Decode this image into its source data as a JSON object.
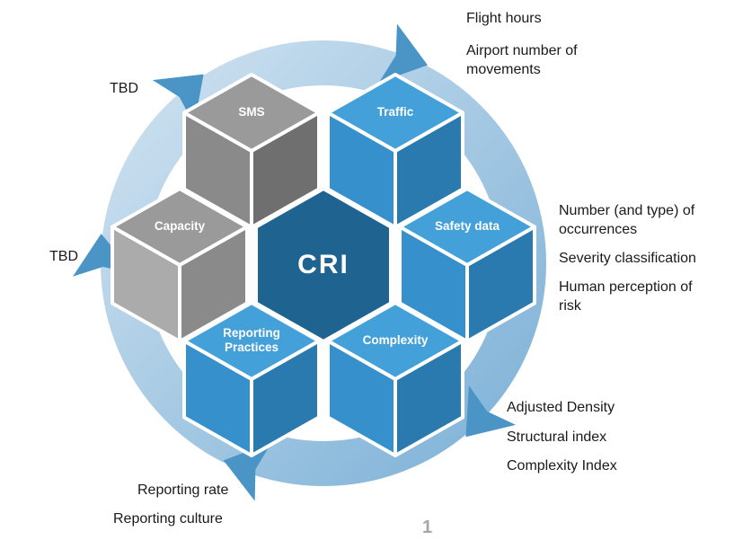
{
  "diagram": {
    "center": {
      "label": "CRI",
      "color": "#1f6390"
    },
    "ring": {
      "gradient_start": "#cfe2f0",
      "gradient_end": "#7db1d7",
      "arrow_color": "#4a94c6"
    },
    "cubes": [
      {
        "id": "sms",
        "label": "SMS",
        "faces": {
          "top": "#9a9a9a",
          "left": "#8a8a8a",
          "right": "#6f6f6f"
        }
      },
      {
        "id": "traffic",
        "label": "Traffic",
        "faces": {
          "top": "#44a0d8",
          "left": "#3590cc",
          "right": "#2a7ab0"
        }
      },
      {
        "id": "capacity",
        "label": "Capacity",
        "faces": {
          "top": "#9a9a9a",
          "left": "#ababab",
          "right": "#8a8a8a"
        }
      },
      {
        "id": "safety-data",
        "label": "Safety data",
        "faces": {
          "top": "#44a0d8",
          "left": "#3590cc",
          "right": "#2a7ab0"
        }
      },
      {
        "id": "reporting-practices",
        "label": "Reporting\nPractices",
        "faces": {
          "top": "#44a0d8",
          "left": "#3590cc",
          "right": "#2a7ab0"
        }
      },
      {
        "id": "complexity",
        "label": "Complexity",
        "faces": {
          "top": "#44a0d8",
          "left": "#3590cc",
          "right": "#2a7ab0"
        }
      }
    ],
    "annotations": {
      "flight_hours": "Flight hours",
      "airport_movements": "Airport number of\nmovements",
      "tbd_top": "TBD",
      "tbd_left": "TBD",
      "occurrences": "Number (and type) of\noccurrences",
      "severity": "Severity classification",
      "human_perception": "Human perception of\nrisk",
      "adjusted_density": "Adjusted Density",
      "structural_index": "Structural index",
      "complexity_index": "Complexity Index",
      "reporting_rate": "Reporting rate",
      "reporting_culture": "Reporting culture"
    },
    "page_number": "1"
  }
}
